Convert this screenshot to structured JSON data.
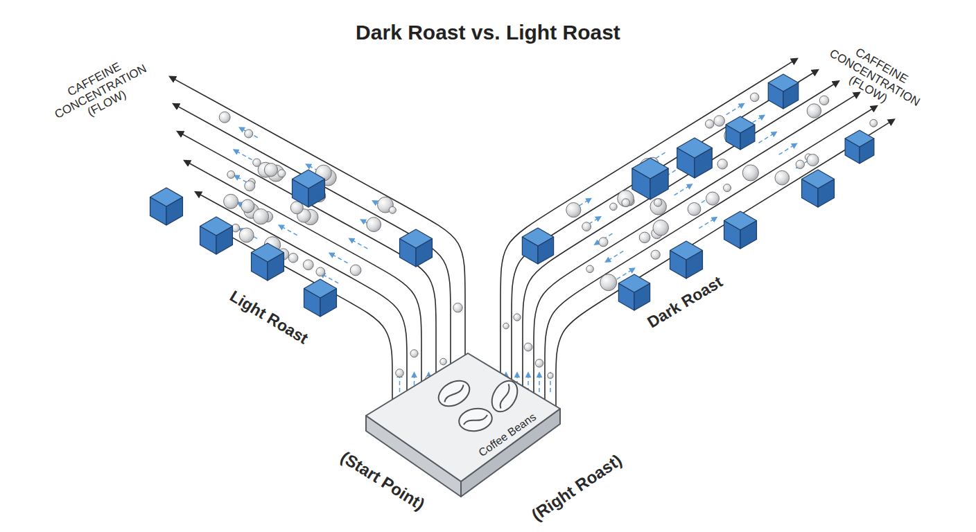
{
  "diagram": {
    "title": "Dark Roast vs. Light Roast",
    "nodes": [
      {
        "text": [
          "Coffee Beans",
          "(Start Point)",
          "(Right Roast)"
        ]
      }
    ],
    "labels": [
      "CAFFEINE CONCENTRATION (FLOW)",
      "CAFFEINE CONCENTRATION (FLOW)",
      "Light Roast",
      "Dark Roast"
    ]
  }
}
